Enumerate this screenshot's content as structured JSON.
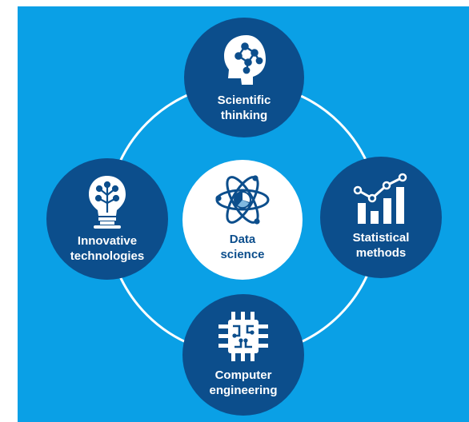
{
  "diagram": {
    "colors": {
      "background": "#0aa0e6",
      "node": "#0c4e8c",
      "center": "#ffffff",
      "ring": "#ffffff"
    },
    "nodes": {
      "top": {
        "label": "Scientific\nthinking",
        "icon": "head-network-icon"
      },
      "left": {
        "label": "Innovative\ntechnologies",
        "icon": "lightbulb-network-icon"
      },
      "right": {
        "label": "Statistical\nmethods",
        "icon": "bar-chart-trend-icon"
      },
      "bottom": {
        "label": "Computer\nengineering",
        "icon": "circuit-chip-icon"
      },
      "center": {
        "label": "Data\nscience",
        "icon": "atom-pie-chart-icon"
      }
    }
  }
}
